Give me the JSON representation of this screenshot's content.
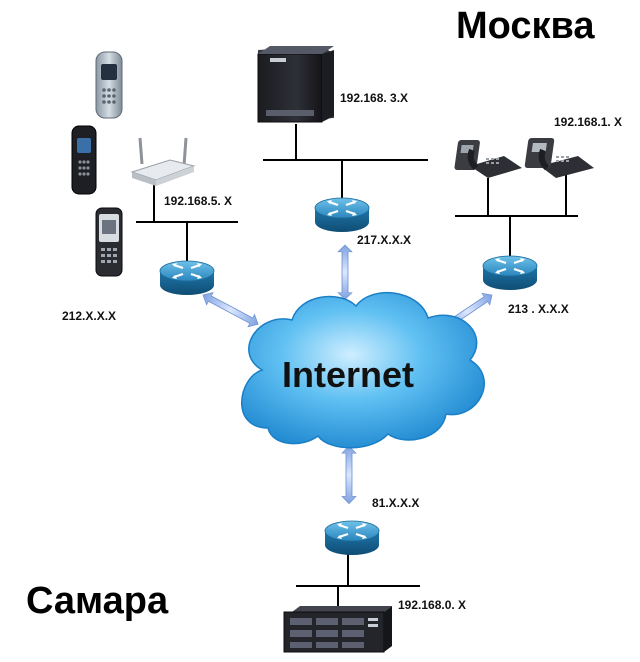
{
  "cities": {
    "moscow": "Москва",
    "samara": "Самара"
  },
  "cloud": {
    "label": "Internet",
    "color": "#3da9e8"
  },
  "networks": {
    "moscow_pbx": "192.168. 3.X",
    "phones": "192.168.1. X",
    "dect": "192.168.5. X",
    "samara_pbx": "192.168.0. X"
  },
  "wan": {
    "left": "212.X.X.X",
    "center": "217.X.X.X",
    "right": "213 . X.X.X",
    "samara": "81.X.X.X"
  },
  "icons": {
    "router": "router-icon",
    "pbx": "pbx-icon",
    "rack_pbx": "rack-pbx-icon",
    "desk_phone": "desk-phone-icon",
    "dect_handset": "dect-handset-icon",
    "mobile_phone": "mobile-phone-icon",
    "access_point": "access-point-icon"
  },
  "colors": {
    "router": "#2f8fc2",
    "link": "#000000",
    "arrow": "#a9c4f0"
  }
}
